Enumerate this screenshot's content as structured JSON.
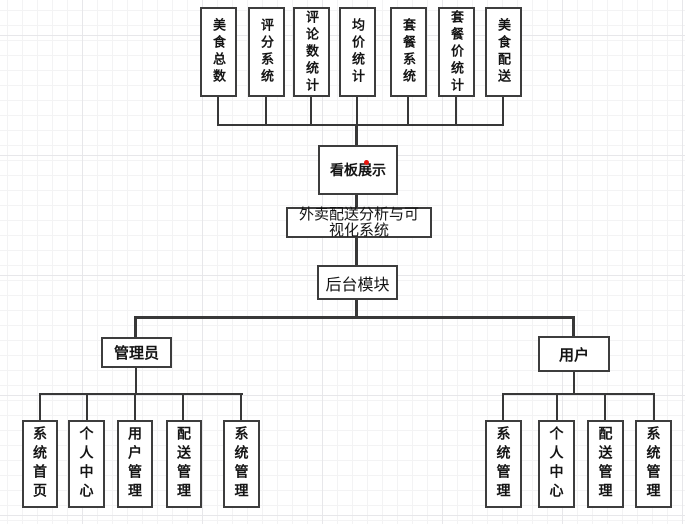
{
  "top_row": [
    {
      "label": "美食总数"
    },
    {
      "label": "评分系统"
    },
    {
      "label": "评论数统计"
    },
    {
      "label": "均价统计"
    },
    {
      "label": "套餐系统"
    },
    {
      "label": "套餐价统计"
    },
    {
      "label": "美食配送"
    }
  ],
  "dashboard": {
    "label": "看板展示"
  },
  "system_title": {
    "label": "外卖配送分析与可视化系统"
  },
  "backend": {
    "label": "后台模块"
  },
  "admin": {
    "label": "管理员"
  },
  "user": {
    "label": "用户"
  },
  "admin_children": [
    {
      "label": "系统首页"
    },
    {
      "label": "个人中心"
    },
    {
      "label": "用户管理"
    },
    {
      "label": "配送管理"
    },
    {
      "label": "系统管理"
    }
  ],
  "user_children": [
    {
      "label": "系统管理"
    },
    {
      "label": "个人中心"
    },
    {
      "label": "配送管理"
    },
    {
      "label": "系统管理"
    }
  ],
  "colors": {
    "line": "#383838",
    "box_border": "#3d3d3d",
    "box_fill": "#ffffff",
    "text": "#141414",
    "red_dot": "#e8150d",
    "grid_minor": "#f3f3f4",
    "grid_major": "#e7e7ea",
    "background": "#ffffff"
  }
}
